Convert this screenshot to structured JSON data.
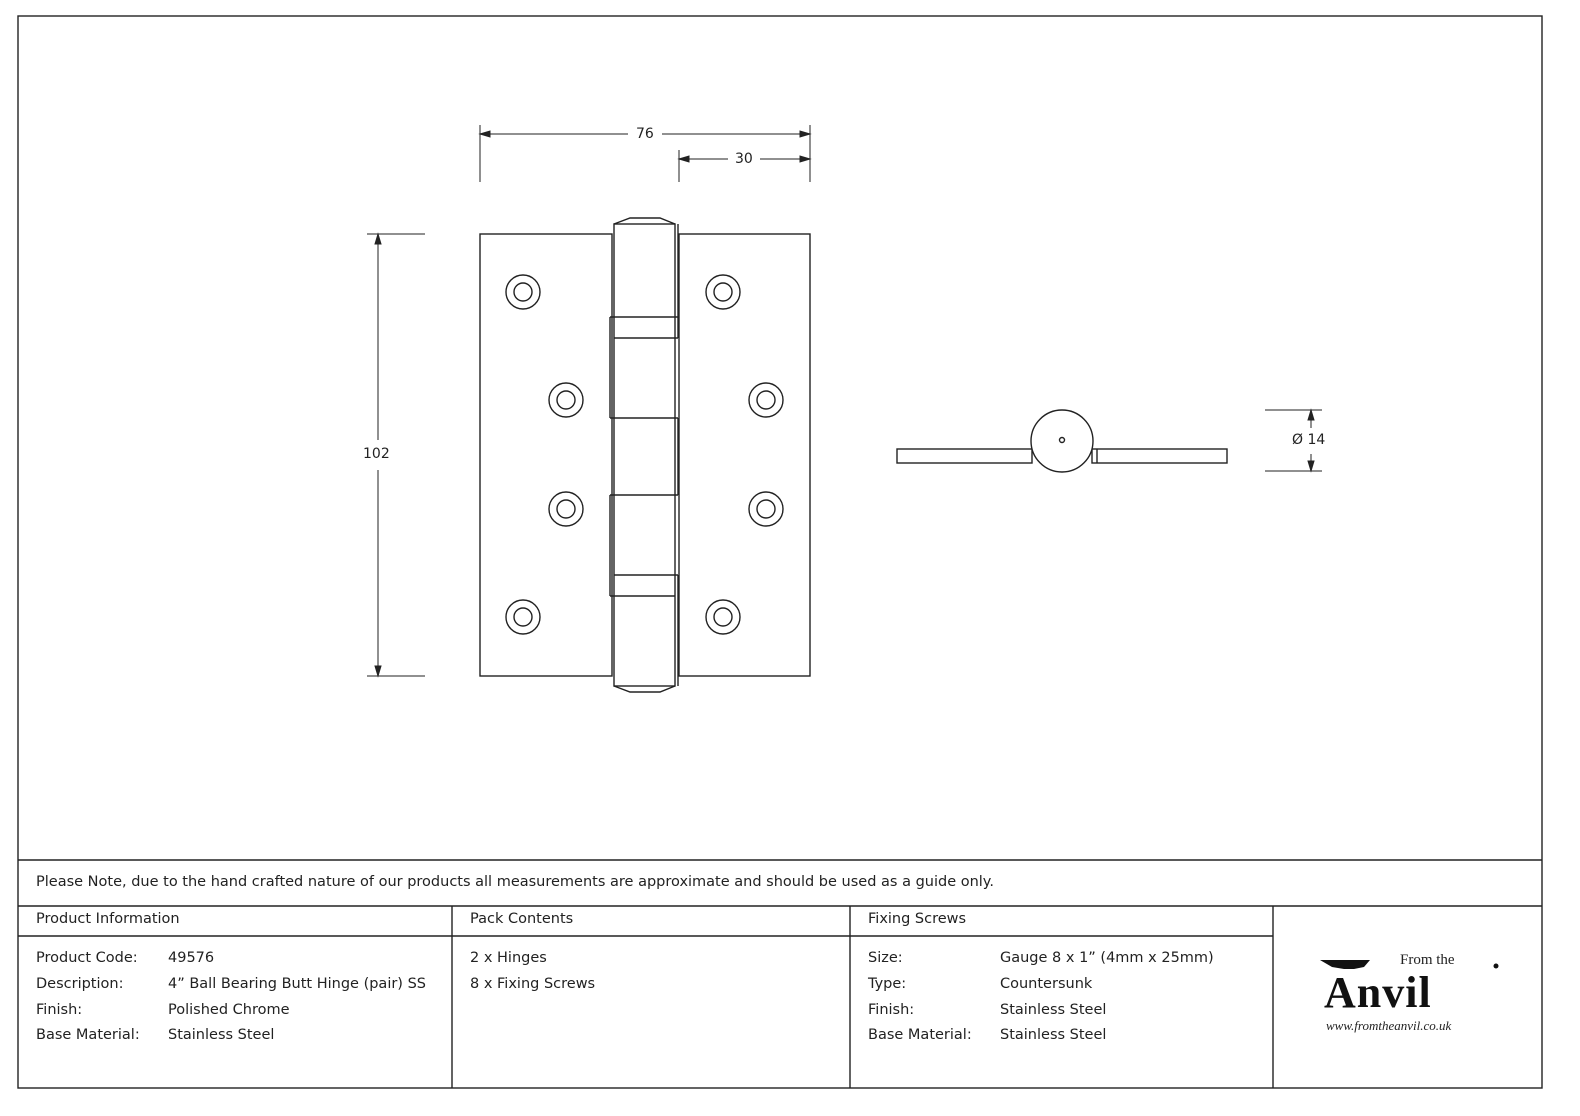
{
  "drawing": {
    "dimensions": {
      "width": "76",
      "leaf_offset": "30",
      "height": "102",
      "knuckle_diameter": "Ø 14"
    }
  },
  "note": "Please Note, due to the hand crafted nature of our products all measurements are approximate and should be used as a guide only.",
  "product_information": {
    "heading": "Product Information",
    "rows": [
      {
        "label": "Product Code:",
        "value": "49576"
      },
      {
        "label": "Description:",
        "value": "4” Ball Bearing Butt Hinge (pair) SS"
      },
      {
        "label": "Finish:",
        "value": "Polished Chrome"
      },
      {
        "label": "Base Material:",
        "value": "Stainless Steel"
      }
    ]
  },
  "pack_contents": {
    "heading": "Pack Contents",
    "items": [
      "2 x Hinges",
      "8 x Fixing Screws"
    ]
  },
  "fixing_screws": {
    "heading": "Fixing Screws",
    "rows": [
      {
        "label": "Size:",
        "value": "Gauge 8 x 1” (4mm x 25mm)"
      },
      {
        "label": "Type:",
        "value": "Countersunk"
      },
      {
        "label": "Finish:",
        "value": "Stainless Steel"
      },
      {
        "label": "Base Material:",
        "value": "Stainless Steel"
      }
    ]
  },
  "logo": {
    "line1": "From the",
    "line2": "Anvil",
    "url": "www.fromtheanvil.co.uk"
  }
}
